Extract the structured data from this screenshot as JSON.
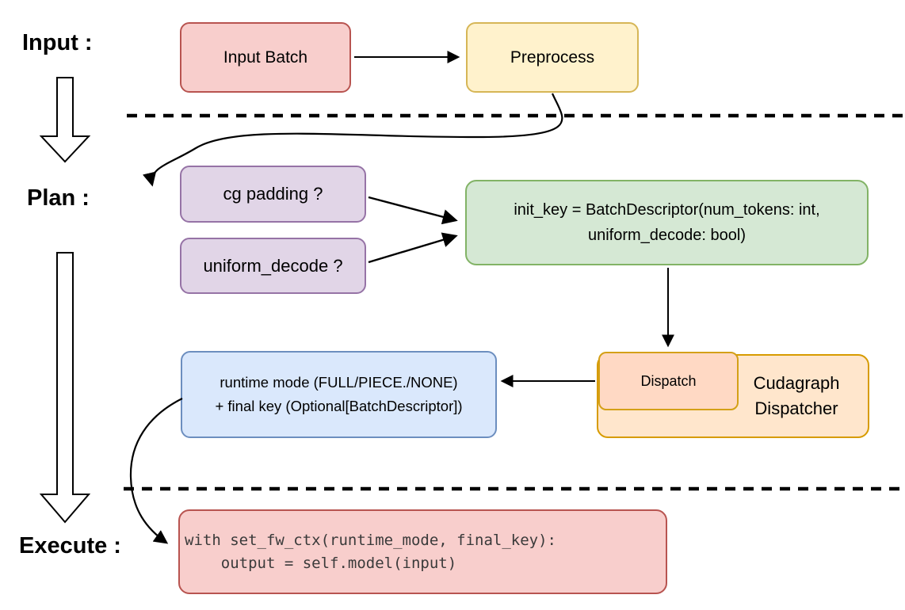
{
  "labels": {
    "input": "Input :",
    "plan": "Plan :",
    "execute": "Execute :"
  },
  "nodes": {
    "input_batch": "Input Batch",
    "preprocess": "Preprocess",
    "cg_padding": "cg padding ?",
    "uniform_decode": "uniform_decode ?",
    "init_key_line1": "init_key = BatchDescriptor(num_tokens: int,",
    "init_key_line2": "uniform_decode: bool)",
    "dispatch": "Dispatch",
    "cudagraph_dispatcher": "Cudagraph Dispatcher",
    "runtime_line1": "runtime mode (FULL/PIECE./NONE)",
    "runtime_line2": "+ final key (Optional[BatchDescriptor])",
    "execute_code": "with set_fw_ctx(runtime_mode, final_key):\n    output = self.model(input)"
  },
  "colors": {
    "red_fill": "#f8cecc",
    "red_stroke": "#b85450",
    "yellow_fill": "#fff2cc",
    "yellow_stroke": "#d6b656",
    "purple_fill": "#e1d5e7",
    "purple_stroke": "#9673a6",
    "green_fill": "#d5e8d4",
    "green_stroke": "#82b366",
    "blue_fill": "#dae8fc",
    "blue_stroke": "#6c8ebf",
    "orange_fill": "#ffe6cc",
    "orange_stroke": "#d79b00",
    "salmon_fill": "#ffd9c4",
    "salmon_stroke": "#d4a017",
    "arrow": "#000000"
  }
}
